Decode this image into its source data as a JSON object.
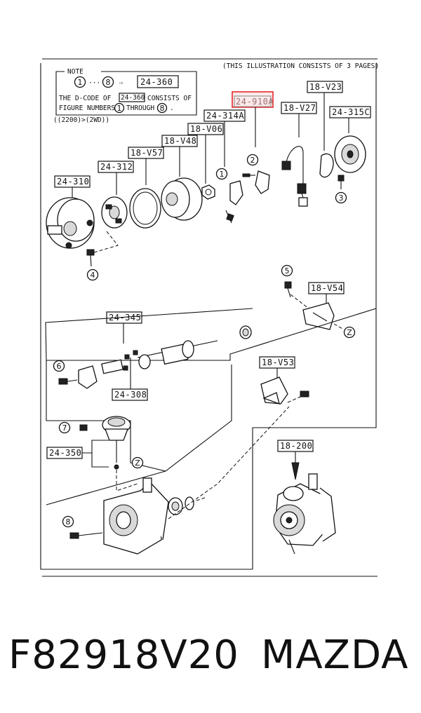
{
  "header": {
    "note_title": "NOTE",
    "illustration_note": "(THIS ILLUSTRATION CONSISTS OF  3 PAGES)",
    "note_range_from": "1",
    "note_range_dots": "···",
    "note_range_to": "8",
    "note_arrow": "⇨",
    "note_ref_code": "24-360",
    "note_line1_a": "THE D-CODE OF",
    "note_line1_b": "24-360",
    "note_line1_c": "CONSISTS OF",
    "note_line2_a": "FIGURE NUMBERS",
    "note_line2_num1": "1",
    "note_line2_b": "THROUGH",
    "note_line2_num2": "8",
    "note_line2_end": ".",
    "condition": "((2200)>(2WD))"
  },
  "part_labels": {
    "p24_910a": "24-910A",
    "p18_v23": "18-V23",
    "p18_v27": "18-V27",
    "p24_315c": "24-315C",
    "p24_314a": "24-314A",
    "p18_v06": "18-V06",
    "p18_v48": "18-V48",
    "p18_v57": "18-V57",
    "p24_312": "24-312",
    "p24_310": "24-310",
    "p18_v54": "18-V54",
    "p24_345": "24-345",
    "p24_308": "24-308",
    "p18_v53": "18-V53",
    "p24_350": "24-350",
    "p18_200": "18-200"
  },
  "callouts": {
    "c1": "1",
    "c2": "2",
    "c3": "3",
    "c4": "4",
    "c5": "5",
    "c6": "6",
    "c7": "7",
    "c8": "8",
    "z1": "Z",
    "z2": "Z"
  },
  "highlight_color": "#e8262b",
  "footer": {
    "part_number": "F82918V20",
    "brand": "MAZDA"
  }
}
